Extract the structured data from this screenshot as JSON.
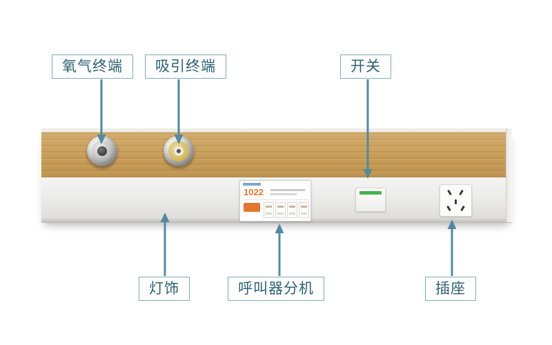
{
  "diagram": {
    "labels": {
      "oxygen_terminal": "氧气终端",
      "suction_terminal": "吸引终端",
      "switch": "开关",
      "light": "灯饰",
      "call_extension": "呼叫器分机",
      "socket": "插座"
    },
    "call_device": {
      "room_number": "1022"
    },
    "colors": {
      "label_text": "#2d6073",
      "label_border": "#7fa9ba",
      "arrow": "#5289a1",
      "wood": "#c9a160",
      "panel_band": "#ededeb",
      "switch_indicator_green": "#44b34d",
      "room_number_orange": "#e4762d"
    }
  }
}
